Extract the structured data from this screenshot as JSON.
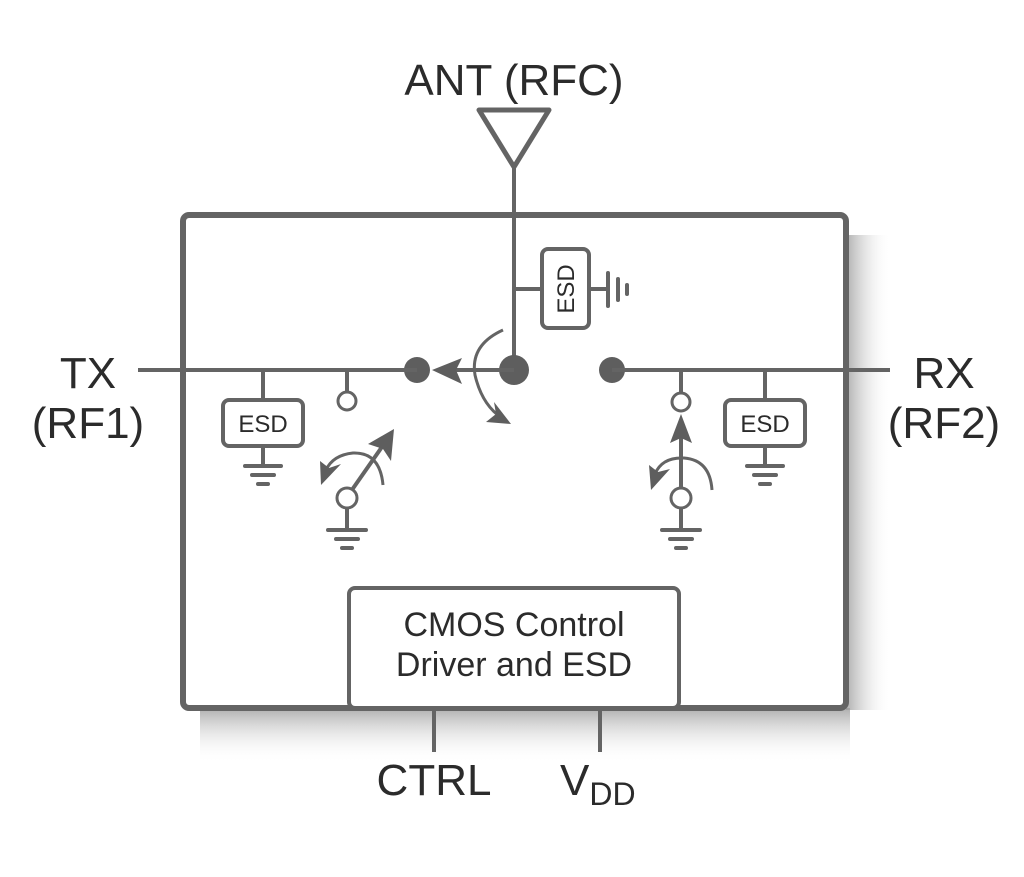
{
  "diagram": {
    "title": "SPDT RF Switch Block Diagram",
    "pins": {
      "antenna": "ANT (RFC)",
      "tx_line1": "TX",
      "tx_line2": "(RF1)",
      "rx_line1": "RX",
      "rx_line2": "(RF2)",
      "ctrl": "CTRL",
      "vdd_main": "V",
      "vdd_sub": "DD"
    },
    "blocks": {
      "esd_antenna": "ESD",
      "esd_tx": "ESD",
      "esd_rx": "ESD",
      "control_line1": "CMOS Control",
      "control_line2": "Driver and ESD"
    },
    "colors": {
      "line": "#646464",
      "text": "#2b2b2b",
      "background": "#ffffff"
    }
  }
}
